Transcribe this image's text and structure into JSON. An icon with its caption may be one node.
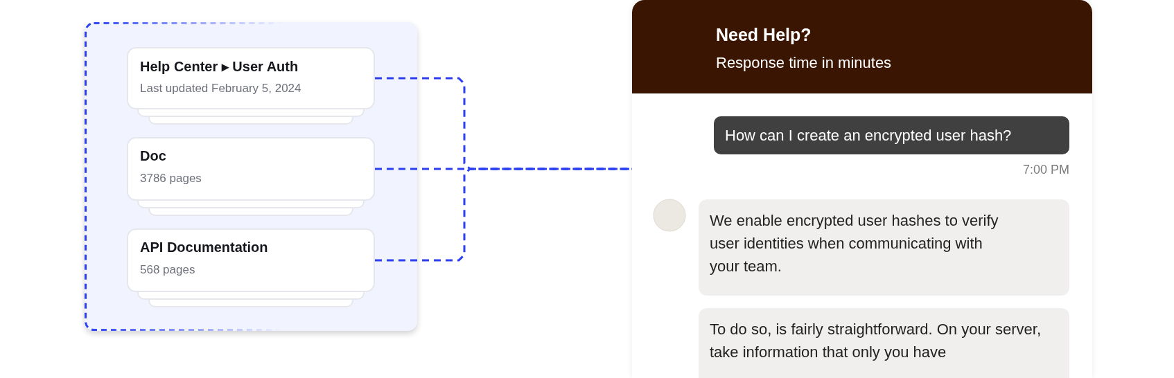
{
  "diagram": {
    "nodes": [
      {
        "text": [],
        "shape": "box"
      },
      {
        "text": [
          "Help Center ▸ User Auth",
          "Last updated February 5, 2024"
        ],
        "in": 0
      },
      {
        "text": [
          "Doc",
          "3786 pages"
        ],
        "in": 0
      },
      {
        "text": [
          "API Documentation",
          "568 pages"
        ],
        "in": 0
      },
      {
        "text": [
          "Need Help?",
          "Response time in minutes"
        ]
      },
      {
        "text": [
          "How can I create an encrypted user hash?"
        ],
        "beside": [
          "7:00 PM"
        ],
        "in": 4
      },
      {
        "text": [
          "We enable encrypted user hashes to verify user identities when communicating with your team."
        ],
        "in": 4
      },
      {
        "text": [
          "To do so, is fairly straightforward. On your server, take information that only you have"
        ],
        "in": 4
      }
    ],
    "edges": [
      {
        "from": 1,
        "to": 4,
        "arrow": "none",
        "style": "dashed"
      },
      {
        "from": 2,
        "to": 4,
        "arrow": "none",
        "style": "dashed"
      },
      {
        "from": 3,
        "to": 4,
        "arrow": "none",
        "style": "dashed"
      }
    ]
  }
}
